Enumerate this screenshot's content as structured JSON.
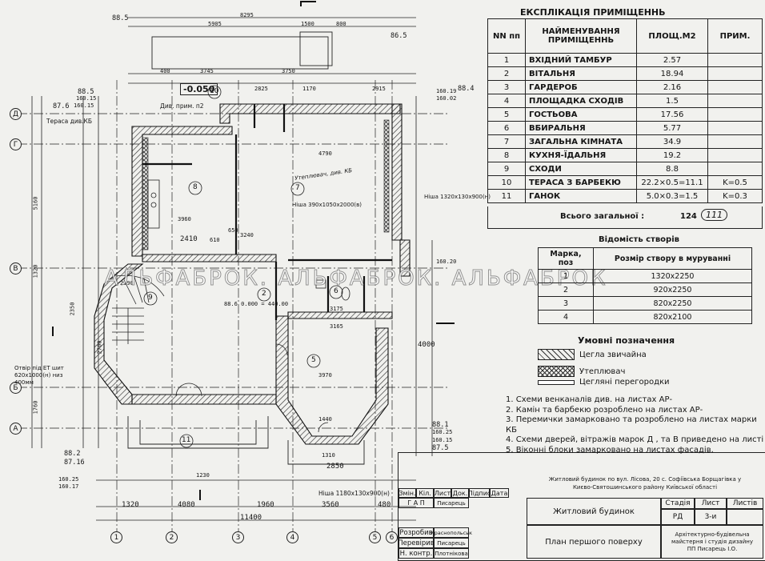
{
  "explication": {
    "title": "ЕКСПЛІКАЦІЯ ПРИМІЩЕННЬ",
    "headers": [
      "NN пп",
      "НАЙМЕНУВАННЯ ПРИМІЩЕННЬ",
      "ПЛОЩ.М2",
      "ПРИМ."
    ],
    "rows": [
      {
        "n": "1",
        "name": "ВХІДНИЙ ТАМБУР",
        "area": "2.57",
        "note": ""
      },
      {
        "n": "2",
        "name": "ВІТАЛЬНЯ",
        "area": "18.94",
        "note": ""
      },
      {
        "n": "3",
        "name": "ГАРДЕРОБ",
        "area": "2.16",
        "note": ""
      },
      {
        "n": "4",
        "name": "ПЛОЩАДКА СХОДІВ",
        "area": "1.5",
        "note": ""
      },
      {
        "n": "5",
        "name": "ГОСТЬОВА",
        "area": "17.56",
        "note": ""
      },
      {
        "n": "6",
        "name": "ВБИРАЛЬНЯ",
        "area": "5.77",
        "note": ""
      },
      {
        "n": "7",
        "name": "ЗАГАЛЬНА КІМНАТА",
        "area": "34.9",
        "note": ""
      },
      {
        "n": "8",
        "name": "КУХНЯ-ЇДАЛЬНЯ",
        "area": "19.2",
        "note": ""
      },
      {
        "n": "9",
        "name": "СХОДИ",
        "area": "8.8",
        "note": ""
      },
      {
        "n": "10",
        "name": "ТЕРАСА З БАРБЕКЮ",
        "area": "22.2×0.5=11.1",
        "note": "K=0.5"
      },
      {
        "n": "11",
        "name": "ГАНОК",
        "area": "5.0×0.3=1.5",
        "note": "K=0.3"
      }
    ],
    "total_label": "Всього загальної :",
    "total_value": "124",
    "total_handwritten": "111"
  },
  "openings": {
    "title": "Відомість створів",
    "headers": [
      "Марка, поз",
      "Розмір створу в муруванні"
    ],
    "rows": [
      {
        "mark": "1",
        "size": "1320x2250"
      },
      {
        "mark": "2",
        "size": "920x2250"
      },
      {
        "mark": "3",
        "size": "820x2250"
      },
      {
        "mark": "4",
        "size": "820x2100"
      }
    ]
  },
  "legend": {
    "title": "Умовні позначення",
    "items": [
      "Цегла звичайна",
      "Утеплювач",
      "Цегляні перегородки"
    ]
  },
  "notes": [
    "1. Схеми венканалів див. на листах АР-",
    "2. Камін та барбекю розроблено на листах АР-",
    "3. Перемички замарковано та розроблено на листах марки КБ",
    "4. Схеми дверей, вітражів марок Д , та В приведено на листі",
    "5. Віконні блоки замарковано на листах фасадів."
  ],
  "title_block": {
    "address": "Житловий будинок по вул. Лісова, 20 с. Софіївська Борщагівка у Києво-Святошинського району Київської області",
    "object": "Житловий будинок",
    "sheet_title": "План першого поверху",
    "stage_label": "Стадія",
    "sheet_label": "Лист",
    "sheets_label": "Листів",
    "stage": "РД",
    "sheet": "3-и",
    "sheets": "",
    "columns": [
      "Змін.",
      "Кіл.",
      "Лист",
      "Док.",
      "Підпис",
      "Дата"
    ],
    "gap": "Г А П",
    "gap_name": "Писарець",
    "developed_label": "Розробив",
    "developed_name": "Краснопольськ",
    "checked_label": "Перевірив",
    "checked_name": "Писарець",
    "norm_label": "Н. контр.",
    "norm_name": "Плотнікова",
    "company": "Архітектурно-будівельна майстерня і студія дизайну ПП Писарець І.О."
  },
  "watermark": "АЛЬФАБРОК. АЛЬФАБРОК. АЛЬФАБРОК",
  "plan": {
    "level_mark": "-0.050",
    "level_mark2": "88.6 0.000 = 440.00",
    "axes_letters": [
      "Д",
      "Г",
      "В",
      "Б",
      "А"
    ],
    "axes_numbers": [
      "1",
      "2",
      "3",
      "4",
      "5",
      "6"
    ],
    "room_numbers": [
      "8",
      "7",
      "2",
      "5",
      "9",
      "6",
      "11",
      "10"
    ],
    "bottom_dims": [
      "1320",
      "4080",
      "1960",
      "3560",
      "480"
    ],
    "bottom_total": "11400",
    "top_dims": [
      "8295",
      "5905",
      "1500",
      "800",
      "3745",
      "3750",
      "400"
    ],
    "top_total": "",
    "left_dims": [
      "5160",
      "1320",
      "1760",
      "2350",
      "2700"
    ],
    "notes_on_plan": [
      "Тераса див.КБ",
      "Див. прим. п2",
      "Ніша 1320х130х900(н)",
      "Ніша 390х1050х2000(в)",
      "Ніша 1180х130х900(н)",
      "Отвір під ЕТ шит 620х1000(н) низ 400мм",
      "Утеплювач, див. КБ"
    ],
    "marks": [
      "88.5",
      "160.15",
      "87.6",
      "160.15",
      "88.5",
      "86.5",
      "88.4",
      "160.19",
      "160.02",
      "160.20",
      "88.1",
      "160.25",
      "160.15",
      "87.5",
      "88.2",
      "160.25",
      "160.17",
      "87.16"
    ],
    "dim_misc": [
      "3960",
      "3240",
      "4790",
      "3175",
      "3165",
      "3970",
      "4000",
      "2410",
      "610",
      "650",
      "2825",
      "1170",
      "2915",
      "2690",
      "1440",
      "1310",
      "2850",
      "1230"
    ]
  },
  "colors": {
    "line": "#1a1a1a",
    "paper": "#f1f1ee",
    "hatch": "#555555"
  }
}
